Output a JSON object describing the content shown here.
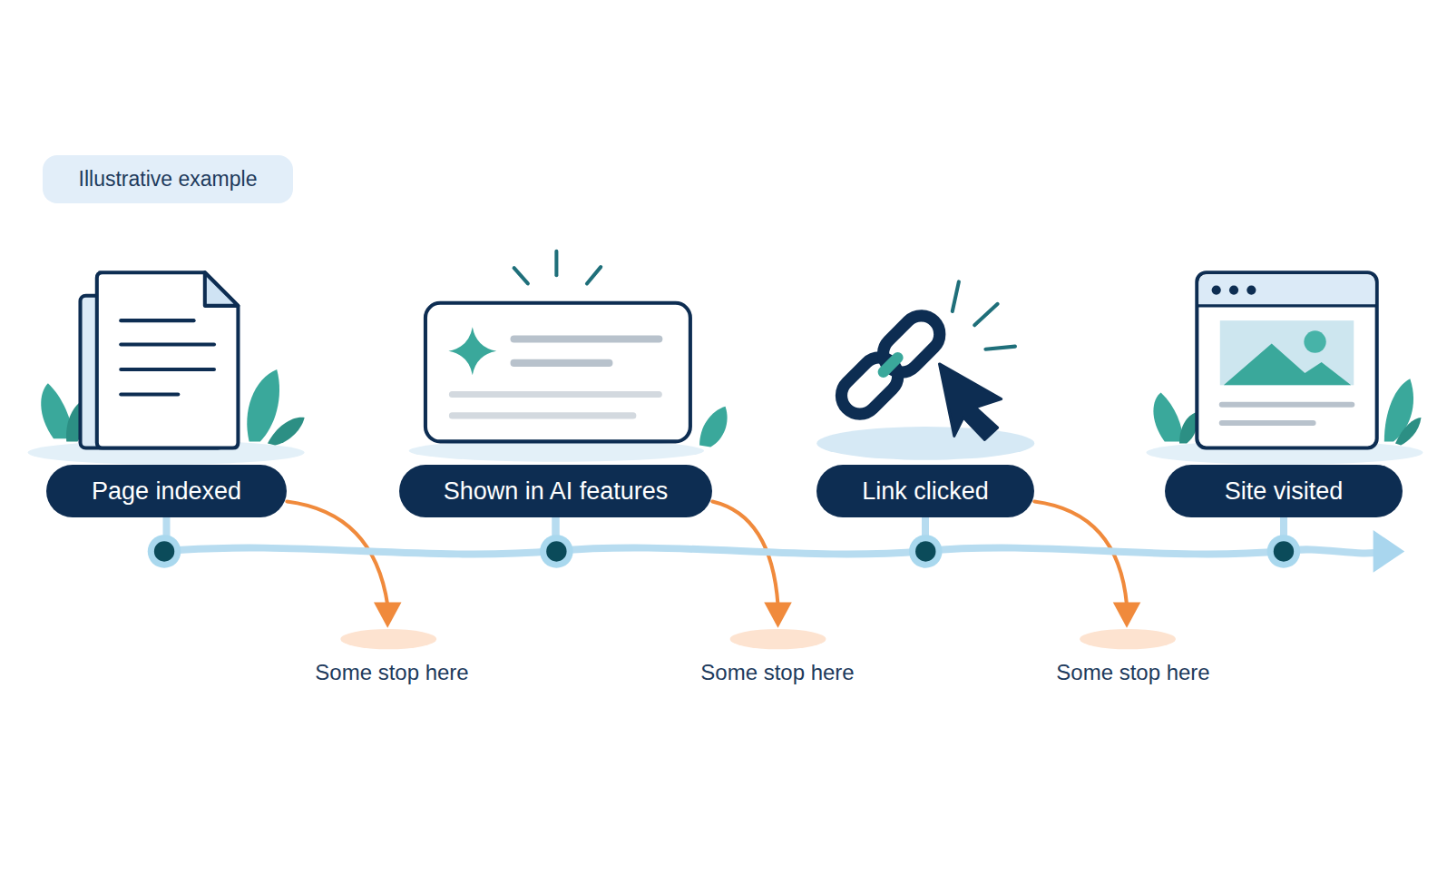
{
  "diagram": {
    "nodes": [
      {
        "text": [
          "Illustrative example"
        ]
      },
      {
        "text": [
          "Page indexed"
        ]
      },
      {
        "text": [
          "Shown in AI features"
        ]
      },
      {
        "text": [
          "Link clicked"
        ]
      },
      {
        "text": [
          "Site visited"
        ]
      }
    ],
    "edges": [
      {
        "from": 1,
        "to": 2,
        "arrow": "none"
      },
      {
        "from": 2,
        "to": 3,
        "arrow": "none"
      },
      {
        "from": 3,
        "to": 4,
        "arrow": "none"
      }
    ],
    "labels": [
      "Some stop here",
      "Some stop here",
      "Some stop here"
    ]
  }
}
